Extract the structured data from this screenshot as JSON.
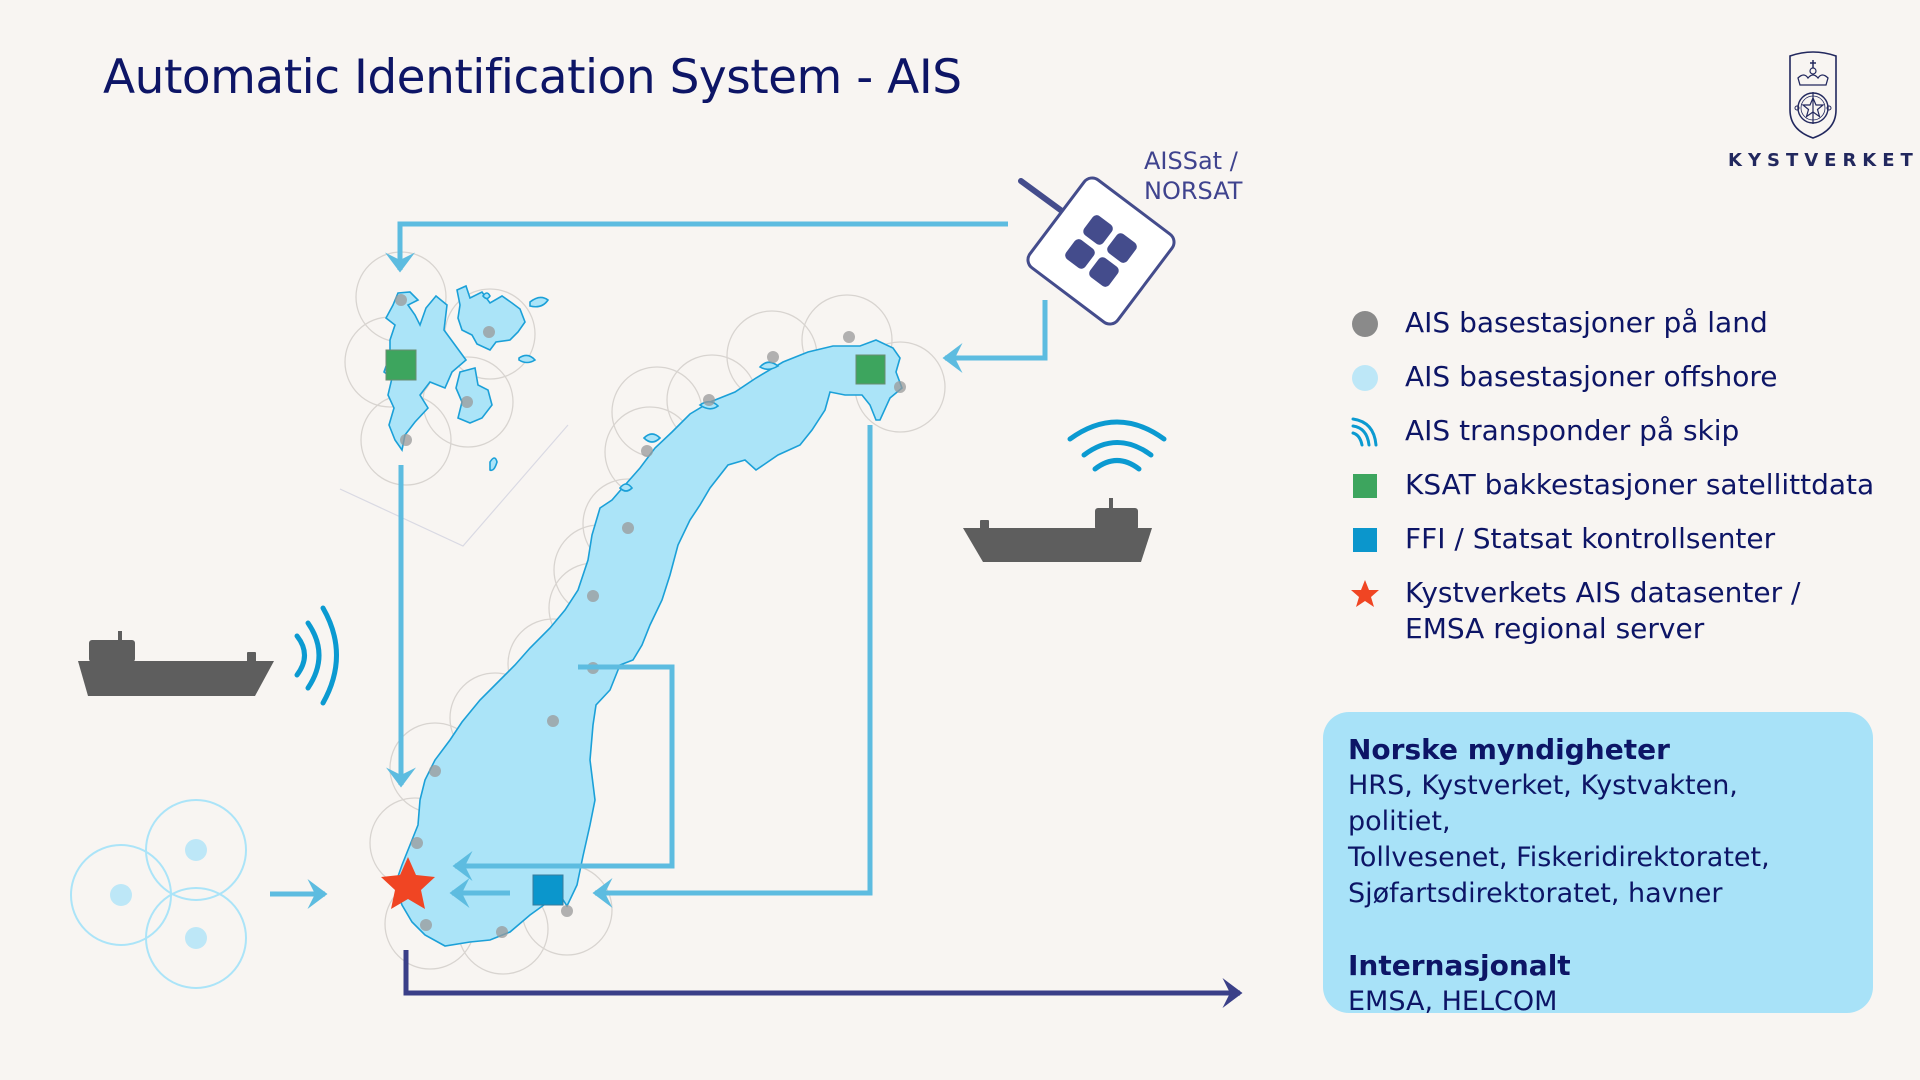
{
  "header": {
    "title": "Automatic Identification System - AIS"
  },
  "logo": {
    "name": "KYSTVERKET",
    "icon": "kystverket-coat-of-arms-icon"
  },
  "satellite": {
    "label_line1": "AISSat /",
    "label_line2": "NORSAT"
  },
  "legend": {
    "items": [
      {
        "label": "AIS basestasjoner på land",
        "icon": "grey-dot",
        "color": "#8A8A8A"
      },
      {
        "label": "AIS basestasjoner offshore",
        "icon": "light-blue-dot",
        "color": "#BDE7F7"
      },
      {
        "label": "AIS transponder på skip",
        "icon": "signal-waves",
        "color": "#0B9AD1"
      },
      {
        "label": "KSAT bakkestasjoner satellittdata",
        "icon": "green-square",
        "color": "#3DA55E"
      },
      {
        "label": "FFI / Statsat kontrollsenter",
        "icon": "blue-square",
        "color": "#0B96CC"
      },
      {
        "label_line1": "Kystverkets AIS datasenter /",
        "label_line2": "EMSA regional server",
        "icon": "red-star",
        "color": "#F04523"
      }
    ]
  },
  "info_box": {
    "section1_title": "Norske myndigheter",
    "section1_line1": "HRS, Kystverket, Kystvakten, politiet,",
    "section1_line2": "Tollvesenet, Fiskeridirektoratet,",
    "section1_line3": "Sjøfartsdirektoratet, havner",
    "section2_title": "Internasjonalt",
    "section2_line1": "EMSA, HELCOM"
  },
  "colors": {
    "background": "#F8F5F2",
    "title": "#0D1566",
    "map_fill": "#ABE4F8",
    "map_stroke": "#1BA0D8",
    "flow_arrow": "#5DBCE0",
    "output_arrow": "#3A3F88",
    "ship": "#5E5E5E",
    "info_box": "#A8E2F8"
  }
}
